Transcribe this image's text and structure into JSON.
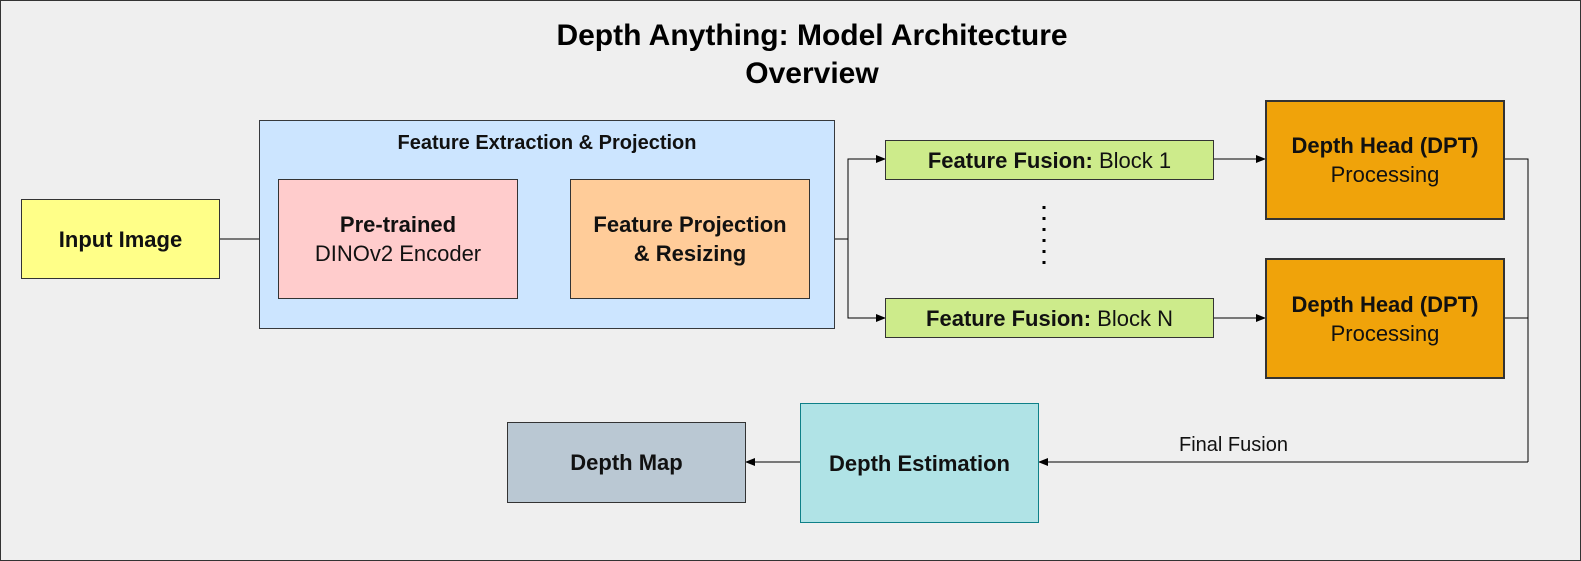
{
  "title": {
    "line1": "Depth Anything: Model Architecture",
    "line2": "Overview"
  },
  "nodes": {
    "input_image": "Input Image",
    "group_label": "Feature Extraction & Projection",
    "encoder": {
      "bold": "Pre-trained",
      "normal": "DINOv2 Encoder"
    },
    "projection": {
      "line1": "Feature Projection",
      "line2": "& Resizing"
    },
    "fusion_1": {
      "bold": "Feature Fusion:",
      "normal": " Block 1"
    },
    "fusion_n": {
      "bold": "Feature Fusion:",
      "normal": " Block N"
    },
    "head_1": {
      "bold": "Depth Head (DPT)",
      "normal": "Processing"
    },
    "head_n": {
      "bold": "Depth Head (DPT)",
      "normal": "Processing"
    },
    "depth_estimation": "Depth Estimation",
    "depth_map": "Depth Map"
  },
  "edges": {
    "final_fusion": "Final Fusion"
  },
  "colors": {
    "input": "#ffff88",
    "group": "#cce5ff",
    "encoder": "#ffcccc",
    "projection": "#ffcc99",
    "fusion": "#cdeb8b",
    "head": "#f0a30a",
    "estimation": "#b0e3e6",
    "depth_map": "#bac8d3"
  }
}
